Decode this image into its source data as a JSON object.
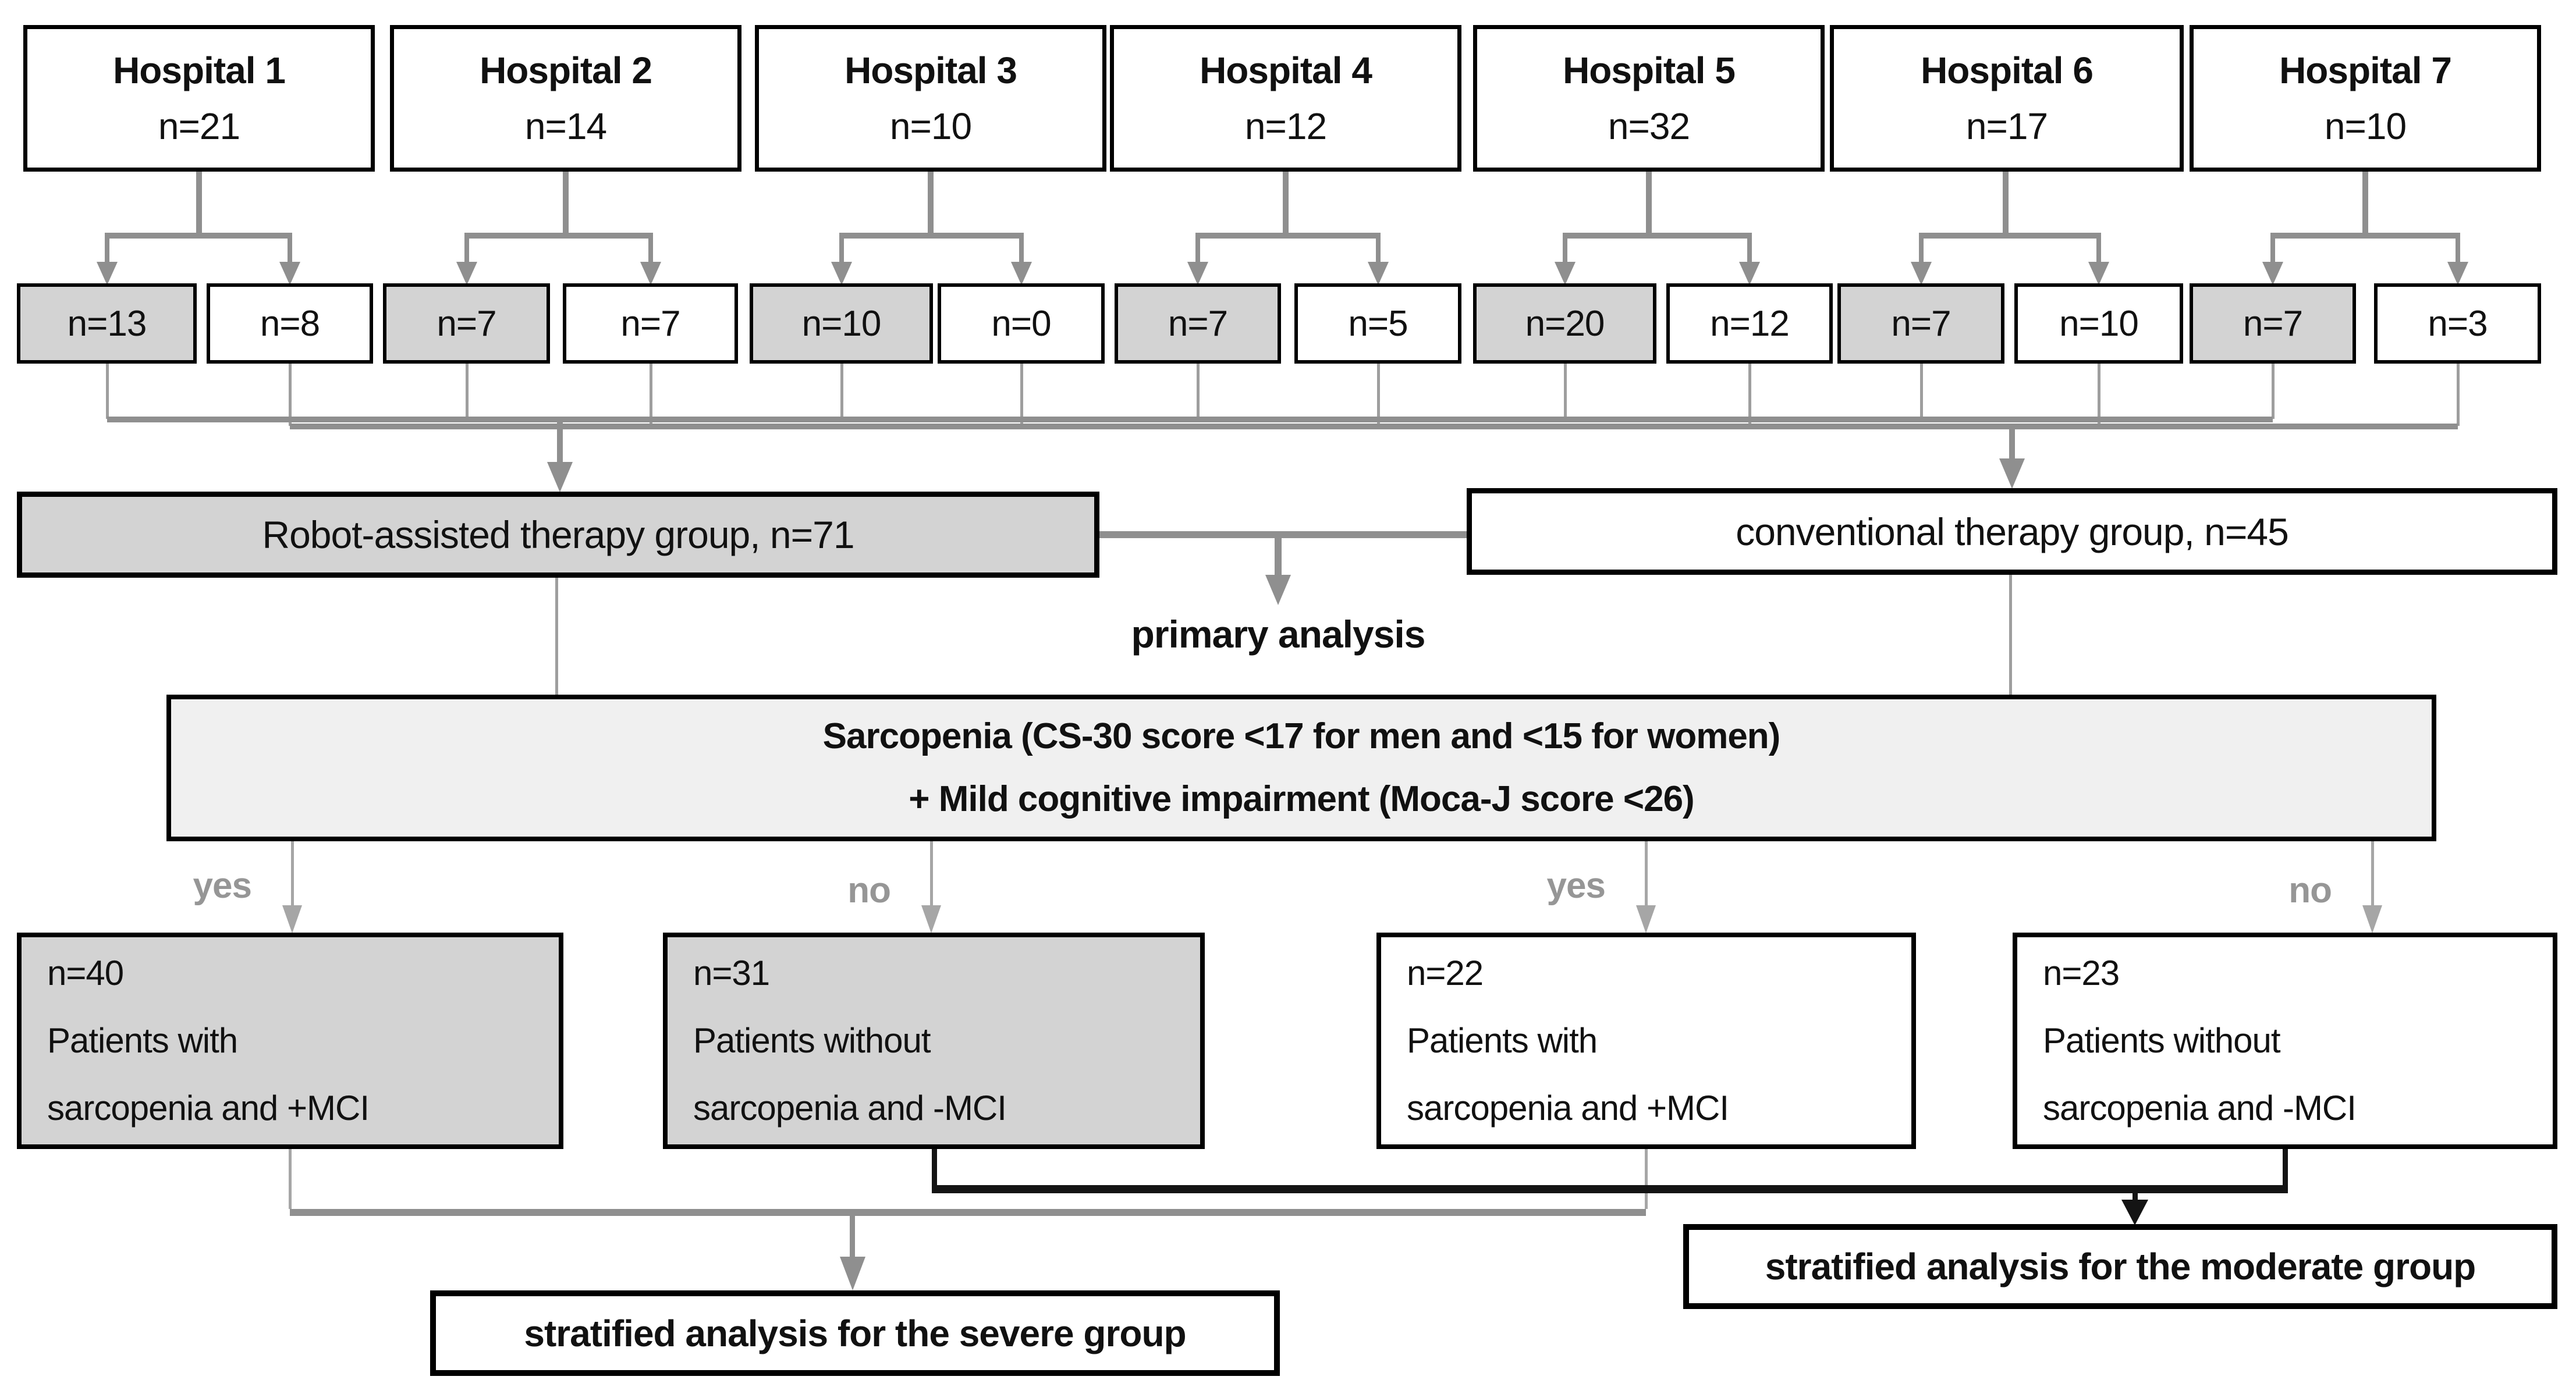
{
  "hospitals": [
    {
      "name": "Hospital 1",
      "n": "n=21",
      "robot_n": "n=13",
      "conventional_n": "n=8"
    },
    {
      "name": "Hospital 2",
      "n": "n=14",
      "robot_n": "n=7",
      "conventional_n": "n=7"
    },
    {
      "name": "Hospital 3",
      "n": "n=10",
      "robot_n": "n=10",
      "conventional_n": "n=0"
    },
    {
      "name": "Hospital 4",
      "n": "n=12",
      "robot_n": "n=7",
      "conventional_n": "n=5"
    },
    {
      "name": "Hospital 5",
      "n": "n=32",
      "robot_n": "n=20",
      "conventional_n": "n=12"
    },
    {
      "name": "Hospital 6",
      "n": "n=17",
      "robot_n": "n=7",
      "conventional_n": "n=10"
    },
    {
      "name": "Hospital 7",
      "n": "n=10",
      "robot_n": "n=7",
      "conventional_n": "n=3"
    }
  ],
  "groups": {
    "robot": "Robot-assisted therapy group, n=71",
    "conventional": "conventional therapy group, n=45"
  },
  "primary_analysis_label": "primary analysis",
  "criteria": {
    "line1": "Sarcopenia (CS-30 score <17 for men and <15 for women)",
    "line2": "+ Mild cognitive impairment (Moca-J score <26)"
  },
  "branch_labels": [
    "yes",
    "no",
    "yes",
    "no"
  ],
  "outcomes": [
    {
      "n": "n=40",
      "line2": "Patients with",
      "line3": "sarcopenia and +MCI"
    },
    {
      "n": "n=31",
      "line2": "Patients without",
      "line3": "sarcopenia and -MCI"
    },
    {
      "n": "n=22",
      "line2": "Patients with",
      "line3": "sarcopenia and +MCI"
    },
    {
      "n": "n=23",
      "line2": "Patients without",
      "line3": "sarcopenia and -MCI"
    }
  ],
  "analyses": {
    "severe": "stratified analysis for the severe group",
    "moderate": "stratified analysis for the moderate group"
  },
  "colors": {
    "box_gray": "#d3d3d3",
    "box_light_gray": "#f0f0f0",
    "connector_gray": "#8f8f8f",
    "connector_black": "#141414",
    "branch_label_gray": "#969696"
  }
}
